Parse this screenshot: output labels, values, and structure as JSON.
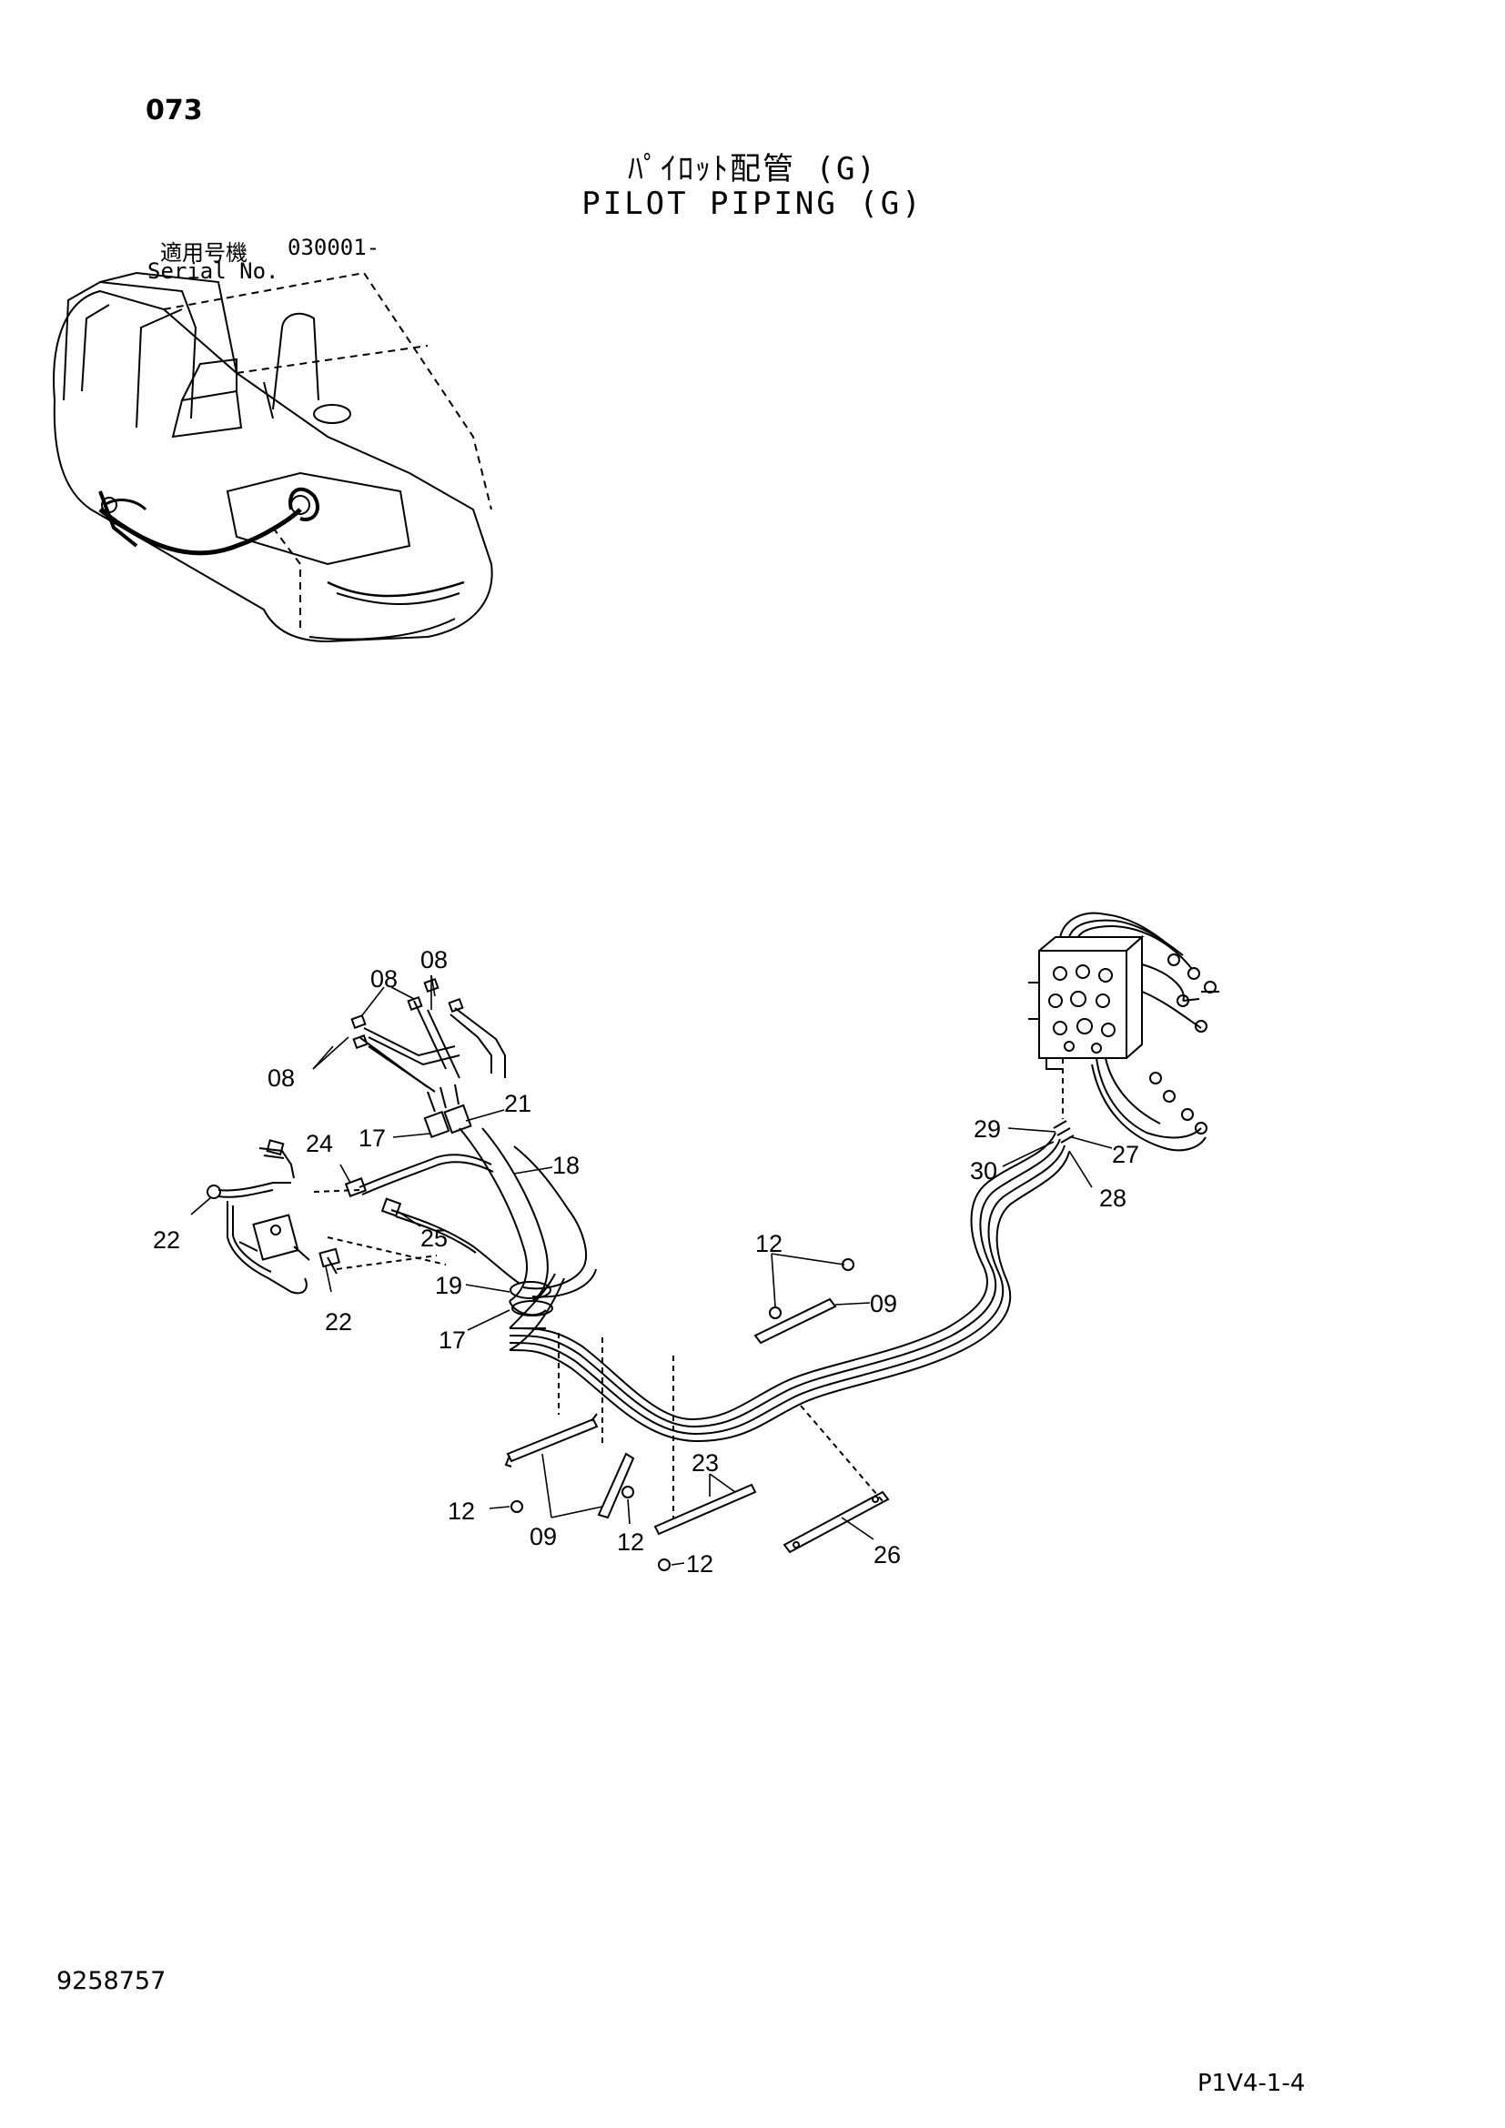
{
  "header": {
    "page_number": "073",
    "title_jp": "ﾊﾟｲﾛｯﾄ配管 (G)",
    "title_en": "PILOT PIPING (G)",
    "serial_label_jp": "適用号機",
    "serial_label_en": "Serial No.",
    "serial_value": "030001-"
  },
  "footer": {
    "document_number": "9258757",
    "page_reference": "P1V4-1-4"
  },
  "callouts": {
    "c08_top": "08",
    "c08_mid": "08",
    "c08_left": "08",
    "c21": "21",
    "c17_top": "17",
    "c18": "18",
    "c24": "24",
    "c22_left": "22",
    "c25": "25",
    "c22_bottom": "22",
    "c19": "19",
    "c17_bottom": "17",
    "c12_top": "12",
    "c09_right": "09",
    "c23": "23",
    "c12_left": "12",
    "c09_bottom": "09",
    "c12_mid": "12",
    "c12_bottom": "12",
    "c26": "26",
    "c29": "29",
    "c27": "27",
    "c30": "30",
    "c28": "28"
  },
  "colors": {
    "line": "#000000",
    "thin_line": "#444444",
    "background": "#ffffff"
  }
}
